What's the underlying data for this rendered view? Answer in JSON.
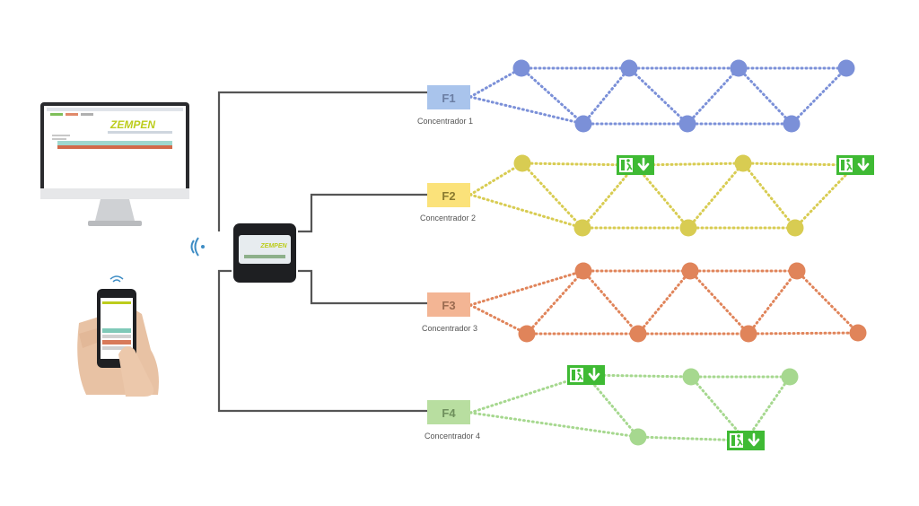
{
  "brand": {
    "logo_text": "ZEMPEN"
  },
  "concentrators": [
    {
      "label": "F1",
      "caption": "Concentrador 1",
      "color": "#a9c4ec",
      "text_color": "#6b7ea3",
      "node_color": "#7b90d8"
    },
    {
      "label": "F2",
      "caption": "Concentrador 2",
      "color": "#fbe27a",
      "text_color": "#8a7a30",
      "node_color": "#d8cc52"
    },
    {
      "label": "F3",
      "caption": "Concentrador 3",
      "color": "#f3b594",
      "text_color": "#9a6b50",
      "node_color": "#e0845a"
    },
    {
      "label": "F4",
      "caption": "Concentrador 4",
      "color": "#b8dea0",
      "text_color": "#6e8f5c",
      "node_color": "#a6d88f"
    }
  ],
  "colors": {
    "line": "#555555",
    "exit_sign": "#3fba34",
    "controller": "#1e1f22"
  },
  "icons": [
    "monitor-icon",
    "smartphone-icon",
    "wifi-icon",
    "exit-sign-icon",
    "controller-icon"
  ]
}
